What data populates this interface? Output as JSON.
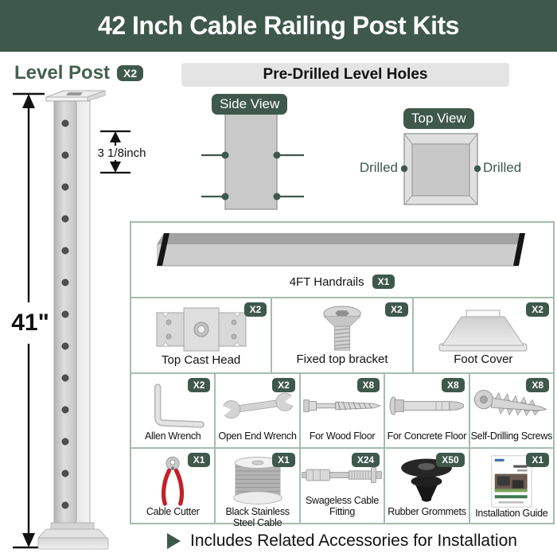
{
  "banner": {
    "title": "42 Inch Cable Railing Post Kits"
  },
  "left_panel": {
    "heading": "Level Post",
    "heading_count": "X2",
    "height_label": "41\"",
    "spacing_label": "3 1/8inch"
  },
  "drill_diagram": {
    "header": "Pre-Drilled Level Holes",
    "side_view_label": "Side View",
    "top_view_label": "Top View",
    "drilled_left_label": "Drilled",
    "drilled_right_label": "Drilled"
  },
  "kit_table": {
    "handrail": {
      "label": "4FT Handrails",
      "count": "X1"
    },
    "rows": [
      {
        "cells": [
          {
            "label": "Top Cast Head",
            "count": "X2",
            "icon": "top-cast-head"
          },
          {
            "label": "Fixed top bracket",
            "count": "X2",
            "icon": "fixed-top-bracket"
          },
          {
            "label": "Foot Cover",
            "count": "X2",
            "icon": "foot-cover"
          }
        ]
      },
      {
        "cells": [
          {
            "label": "Allen Wrench",
            "count": "X2",
            "icon": "allen-wrench"
          },
          {
            "label": "Open End Wrench",
            "count": "X2",
            "icon": "open-end-wrench"
          },
          {
            "label": "For Wood Floor",
            "count": "X8",
            "icon": "wood-screw"
          },
          {
            "label": "For Concrete Floor",
            "count": "X8",
            "icon": "concrete-anchor"
          },
          {
            "label": "Self-Drilling Screws",
            "count": "X8",
            "icon": "self-drilling-screw"
          }
        ]
      },
      {
        "cells": [
          {
            "label": "Cable Cutter",
            "count": "X1",
            "icon": "cable-cutter"
          },
          {
            "label": "Black Stainless Steel Cable",
            "count": "X1",
            "icon": "cable-spool"
          },
          {
            "label": "Swageless Cable Fitting",
            "count": "X24",
            "icon": "swageless-fitting"
          },
          {
            "label": "Rubber Grommets",
            "count": "X50",
            "icon": "rubber-grommet"
          },
          {
            "label": "Installation Guide",
            "count": "X1",
            "icon": "installation-guide"
          }
        ]
      }
    ]
  },
  "footer": {
    "note": "Includes Related Accessories for Installation"
  },
  "colors": {
    "brand_green": "#3e584c",
    "table_border": "#a5bcae",
    "header_bar_bg": "#e4e4e4",
    "cutter_red": "#c32026"
  }
}
